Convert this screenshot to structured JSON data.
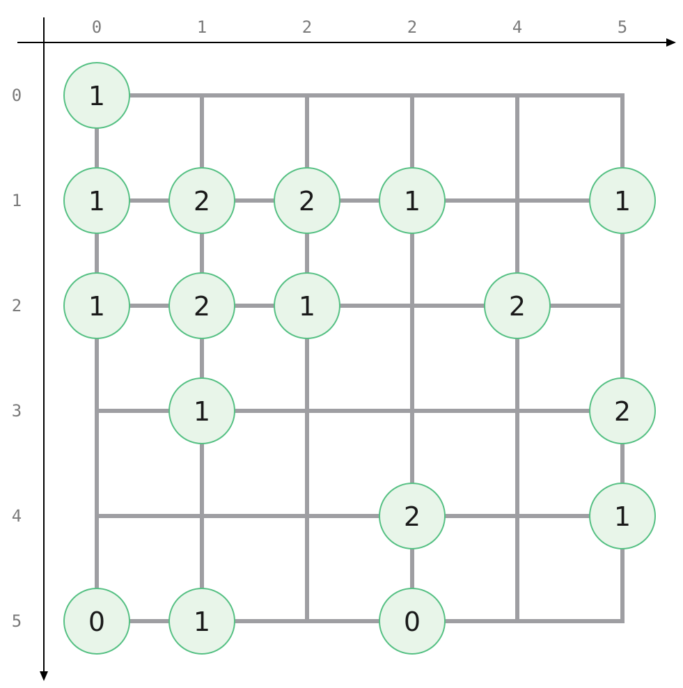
{
  "axes": {
    "column_labels": [
      "0",
      "1",
      "2",
      "2",
      "4",
      "5"
    ],
    "row_labels": [
      "0",
      "1",
      "2",
      "3",
      "4",
      "5"
    ]
  },
  "edges": {
    "horizontal": [
      {
        "row": 0,
        "from": 0,
        "to": 5
      },
      {
        "row": 1,
        "from": 0,
        "to": 5
      },
      {
        "row": 2,
        "from": 0,
        "to": 5
      },
      {
        "row": 3,
        "from": 0,
        "to": 5
      },
      {
        "row": 4,
        "from": 0,
        "to": 5
      },
      {
        "row": 5,
        "from": 0,
        "to": 5
      }
    ],
    "vertical": [
      {
        "col": 0,
        "from": 0,
        "to": 5
      },
      {
        "col": 1,
        "from": 0,
        "to": 5
      },
      {
        "col": 2,
        "from": 0,
        "to": 5
      },
      {
        "col": 3,
        "from": 0,
        "to": 5
      },
      {
        "col": 4,
        "from": 0,
        "to": 5
      },
      {
        "col": 5,
        "from": 0,
        "to": 5
      }
    ]
  },
  "nodes": [
    {
      "row": 0,
      "col": 0,
      "value": "1"
    },
    {
      "row": 1,
      "col": 0,
      "value": "1"
    },
    {
      "row": 1,
      "col": 1,
      "value": "2"
    },
    {
      "row": 1,
      "col": 2,
      "value": "2"
    },
    {
      "row": 1,
      "col": 3,
      "value": "1"
    },
    {
      "row": 1,
      "col": 5,
      "value": "1"
    },
    {
      "row": 2,
      "col": 0,
      "value": "1"
    },
    {
      "row": 2,
      "col": 1,
      "value": "2"
    },
    {
      "row": 2,
      "col": 2,
      "value": "1"
    },
    {
      "row": 2,
      "col": 4,
      "value": "2"
    },
    {
      "row": 3,
      "col": 1,
      "value": "1"
    },
    {
      "row": 3,
      "col": 5,
      "value": "2"
    },
    {
      "row": 4,
      "col": 3,
      "value": "2"
    },
    {
      "row": 4,
      "col": 5,
      "value": "1"
    },
    {
      "row": 5,
      "col": 0,
      "value": "0"
    },
    {
      "row": 5,
      "col": 1,
      "value": "1"
    },
    {
      "row": 5,
      "col": 3,
      "value": "0"
    }
  ],
  "colors": {
    "edge": "#9e9ea2",
    "node_fill": "#e8f5e9",
    "node_stroke": "#55c083",
    "axis": "#000000",
    "tick_label": "#7a7a7a"
  }
}
